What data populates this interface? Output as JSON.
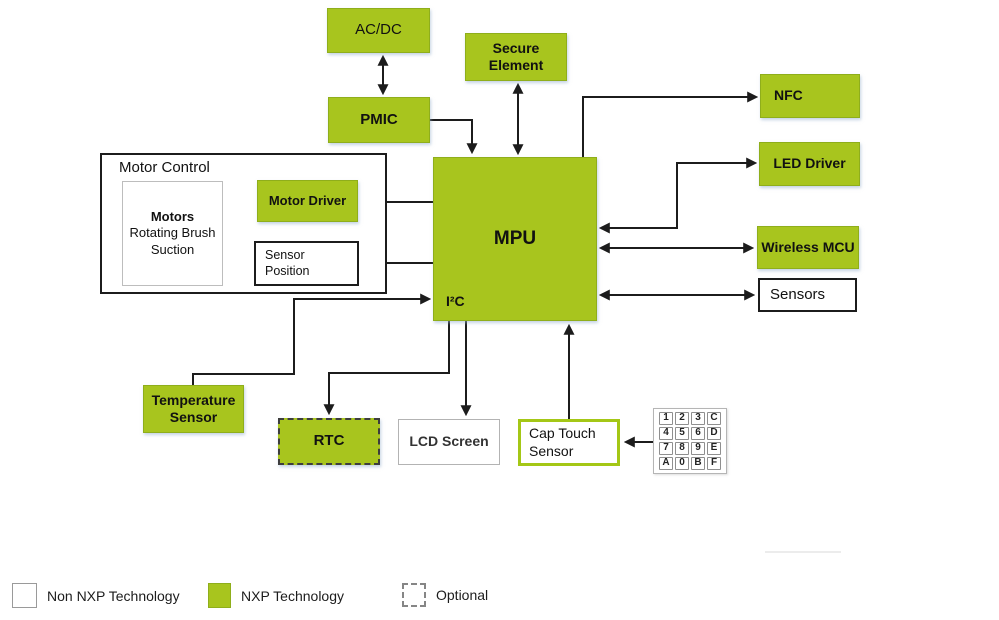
{
  "colors": {
    "nxp_green": "#a8c51e",
    "green_border": "#8fae1b",
    "line": "#1c1c1c",
    "cap_touch_border": "#a4c716"
  },
  "blocks": {
    "acdc": {
      "label": "AC/DC"
    },
    "secure_element": {
      "line1": "Secure",
      "line2": "Element"
    },
    "pmic": {
      "label": "PMIC"
    },
    "mpu": {
      "label": "MPU",
      "bus_label": "I²C"
    },
    "motor_control": {
      "title": "Motor Control",
      "motors": {
        "line1": "Motors",
        "line2": "Rotating Brush",
        "line3": "Suction"
      },
      "motor_driver": {
        "label": "Motor Driver"
      },
      "sensor_position": {
        "line1": "Sensor",
        "line2": "Position"
      }
    },
    "nfc": {
      "label": "NFC"
    },
    "led_driver": {
      "label": "LED Driver"
    },
    "wireless_mcu": {
      "label": "Wireless MCU"
    },
    "sensors": {
      "label": "Sensors"
    },
    "temperature_sensor": {
      "line1": "Temperature",
      "line2": "Sensor"
    },
    "rtc": {
      "label": "RTC"
    },
    "lcd_screen": {
      "label": "LCD Screen"
    },
    "cap_touch_sensor": {
      "line1": "Cap Touch",
      "line2": "Sensor"
    },
    "keypad": {
      "keys": [
        "1",
        "2",
        "3",
        "C",
        "4",
        "5",
        "6",
        "D",
        "7",
        "8",
        "9",
        "E",
        "A",
        "0",
        "B",
        "F"
      ]
    }
  },
  "legend": {
    "items": [
      {
        "label": "Non NXP Technology"
      },
      {
        "label": "NXP Technology"
      },
      {
        "label": "Optional"
      }
    ]
  }
}
